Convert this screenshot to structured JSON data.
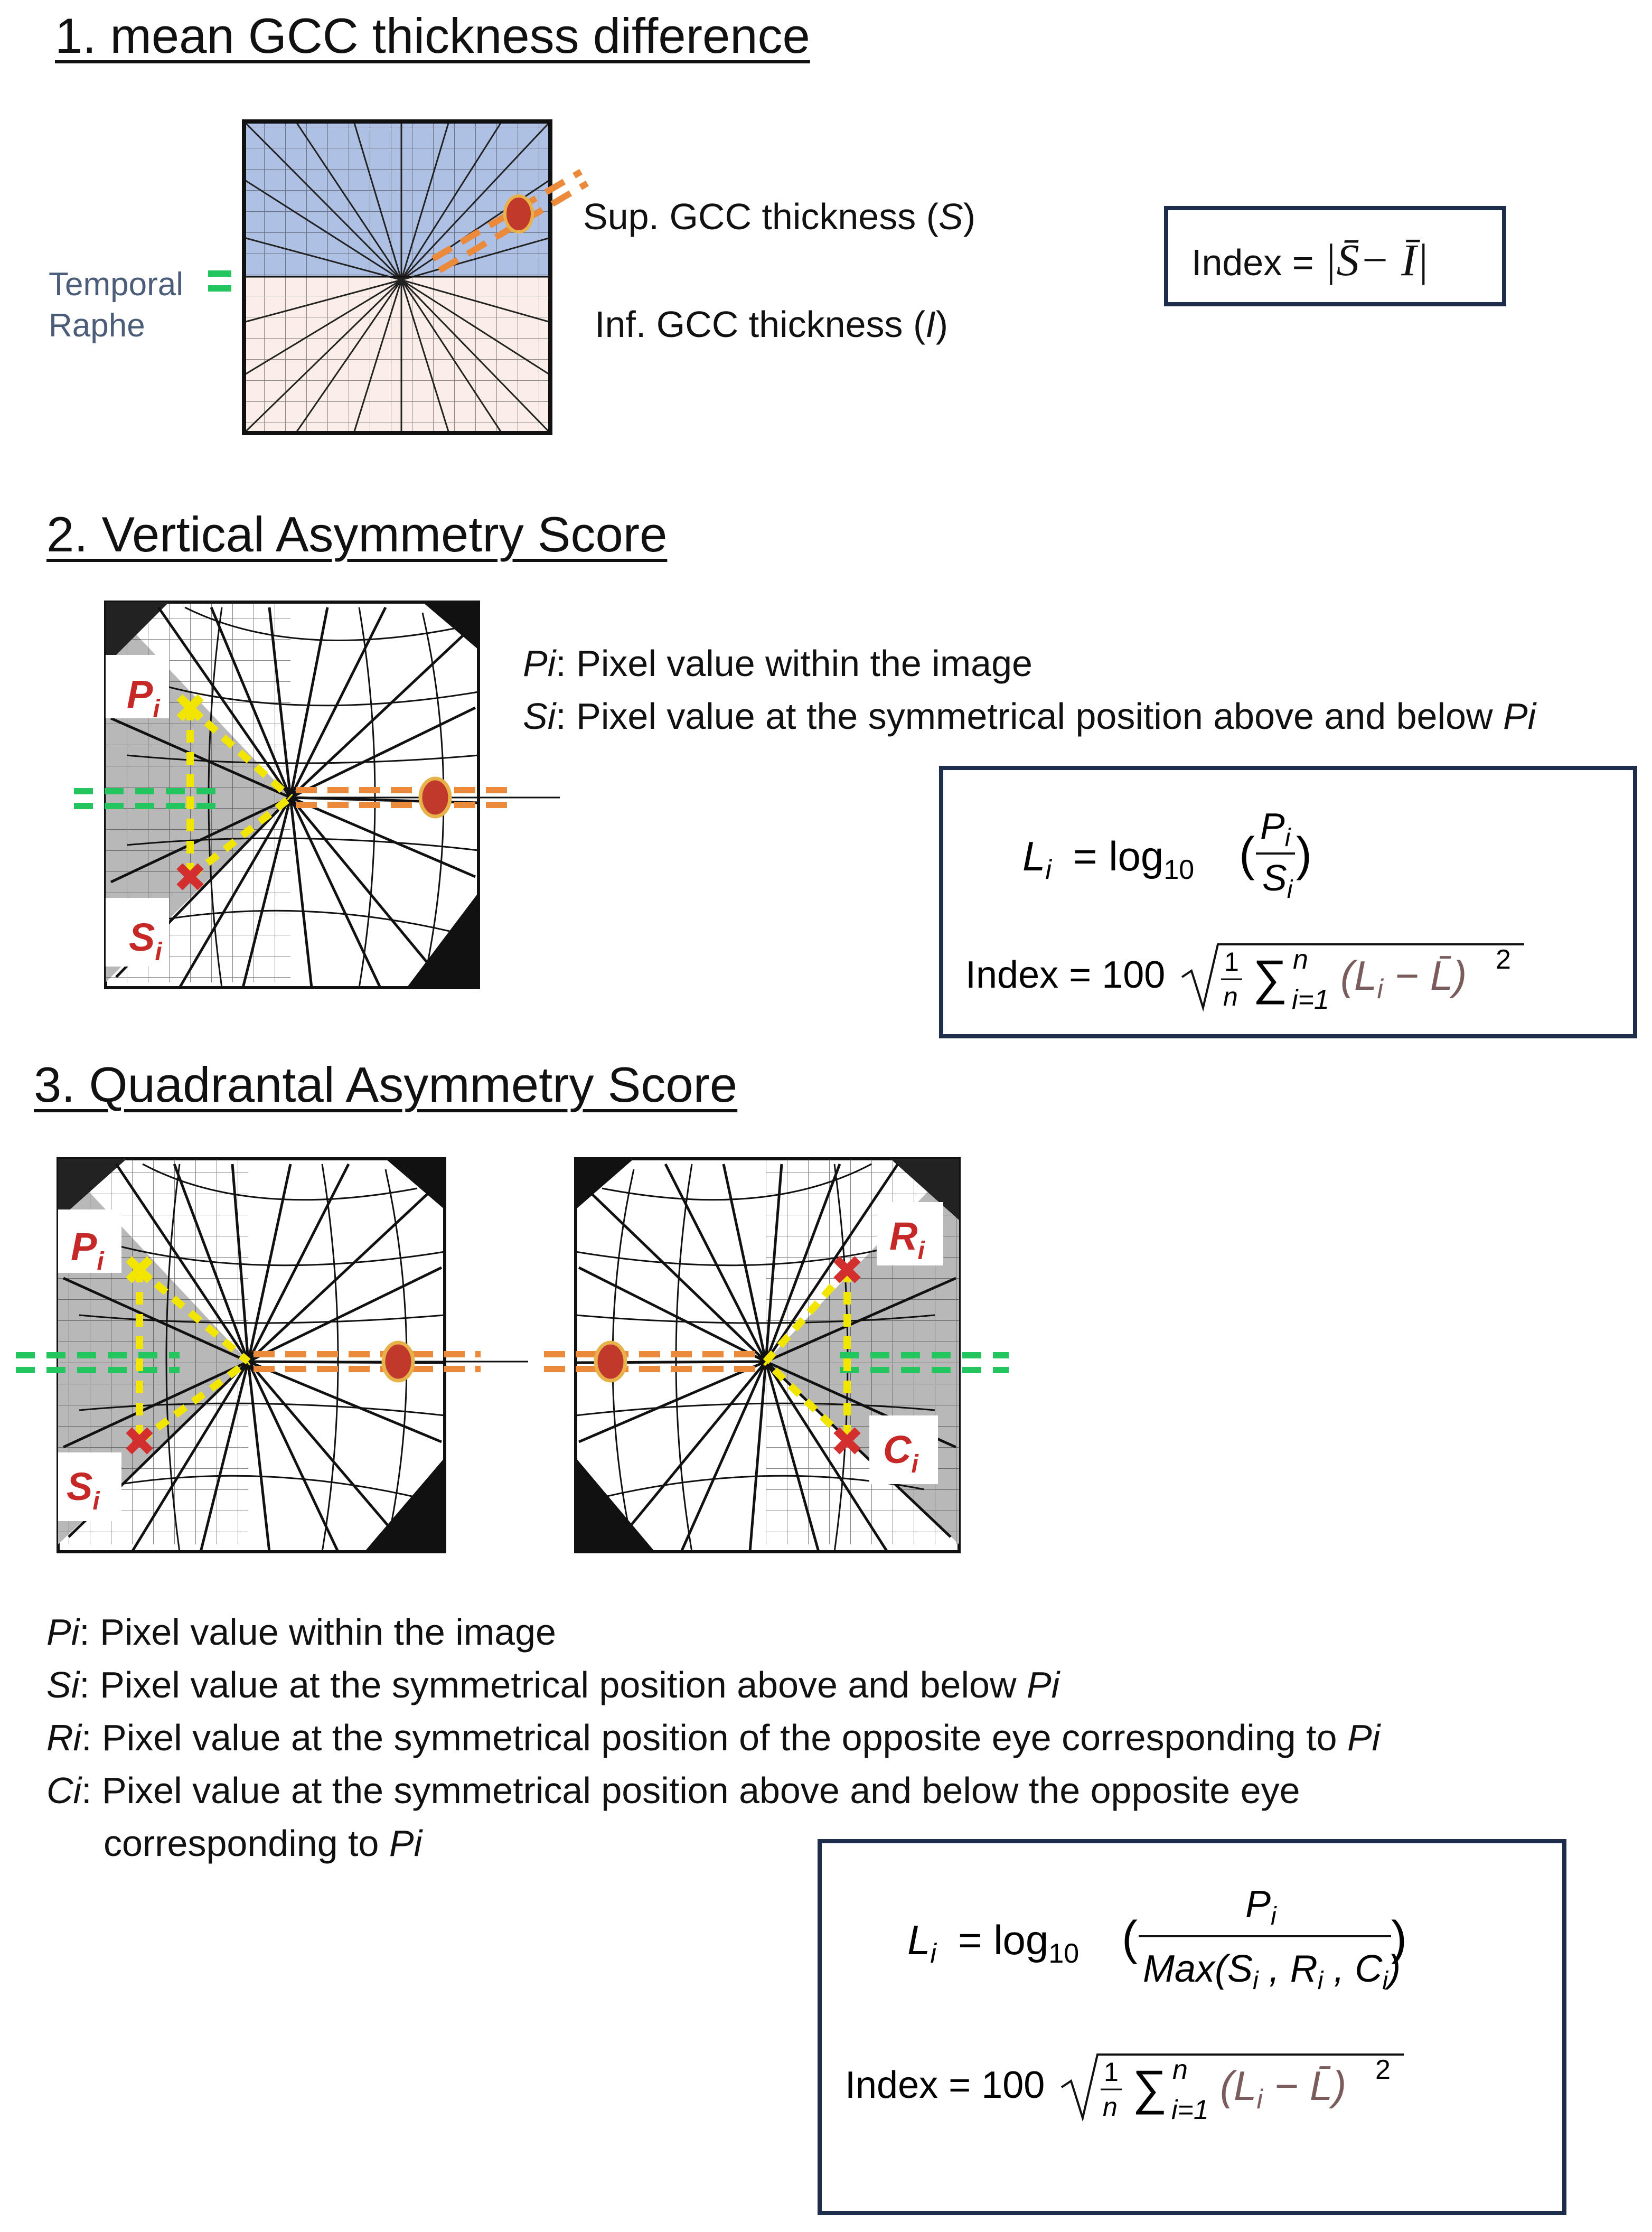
{
  "section1": {
    "heading": "1. mean GCC thickness difference",
    "raphe_label_line1": "Temporal",
    "raphe_label_line2": "Raphe",
    "sup_label_prefix": "Sup. GCC thickness (",
    "sup_symbol": "S",
    "inf_label_prefix": "Inf. GCC thickness (",
    "inf_symbol": "I",
    "label_suffix": ")",
    "index_label": "Index =",
    "index_formula": "|S̄− Ī|",
    "colors": {
      "superior": "#aec0e4",
      "inferior": "#fbeee8",
      "raphe_marker": "#22c55e",
      "optic_marker": "#ec8a3c",
      "optic_disc": "#c0392b"
    }
  },
  "section2": {
    "heading": "2. Vertical Asymmetry Score",
    "label_p": "P",
    "label_s": "S",
    "subscript_i": "i",
    "def_p_symbol": "Pi",
    "def_p_text": ": Pixel value within the image",
    "def_s_symbol": "Si",
    "def_s_text": ": Pixel value at the symmetrical position above and below ",
    "def_s_tail": "Pi",
    "eq1_lhs": "L",
    "eq1_sub": "i",
    "eq1_eq": "= log",
    "eq1_base": "10",
    "eq1_num": "P",
    "eq1_den": "S",
    "eq2_lhs": "Index = 100",
    "eq2_frac_num": "1",
    "eq2_frac_den": "n",
    "eq2_sum": "∑",
    "eq2_sum_top": "n",
    "eq2_sum_bottom": "i=1",
    "eq2_term": "(L",
    "eq2_term_sub": "i",
    "eq2_term_tail": " − L̄)",
    "eq2_power": "2"
  },
  "section3": {
    "heading": "3. Quadrantal Asymmetry Score",
    "label_p": "P",
    "label_s": "S",
    "label_r": "R",
    "label_c": "C",
    "subscript_i": "i",
    "definitions": [
      {
        "symbol": "Pi",
        "text": ": Pixel value within the image",
        "tail": ""
      },
      {
        "symbol": "Si",
        "text": ": Pixel value at the symmetrical position above and below ",
        "tail": "Pi"
      },
      {
        "symbol": "Ri",
        "text": ": Pixel value at the symmetrical position of the opposite eye corresponding to ",
        "tail": "Pi"
      },
      {
        "symbol": "Ci",
        "text": ": Pixel value at the symmetrical position above and below the opposite eye",
        "tail": ""
      }
    ],
    "def_continuation": "corresponding to ",
    "def_continuation_tail": "Pi",
    "eq1_lhs": "L",
    "eq1_sub": "i",
    "eq1_eq": "= log",
    "eq1_base": "10",
    "eq1_num": "P",
    "eq1_den_prefix": "Max(S",
    "eq1_den_r": " , R",
    "eq1_den_c": " , C",
    "eq1_den_close": ")",
    "eq2_lhs": "Index = 100",
    "eq2_frac_num": "1",
    "eq2_frac_den": "n",
    "eq2_sum": "∑",
    "eq2_sum_top": "n",
    "eq2_sum_bottom": "i=1",
    "eq2_term": "(L",
    "eq2_term_sub": "i",
    "eq2_term_tail": " − L̄)",
    "eq2_power": "2"
  }
}
